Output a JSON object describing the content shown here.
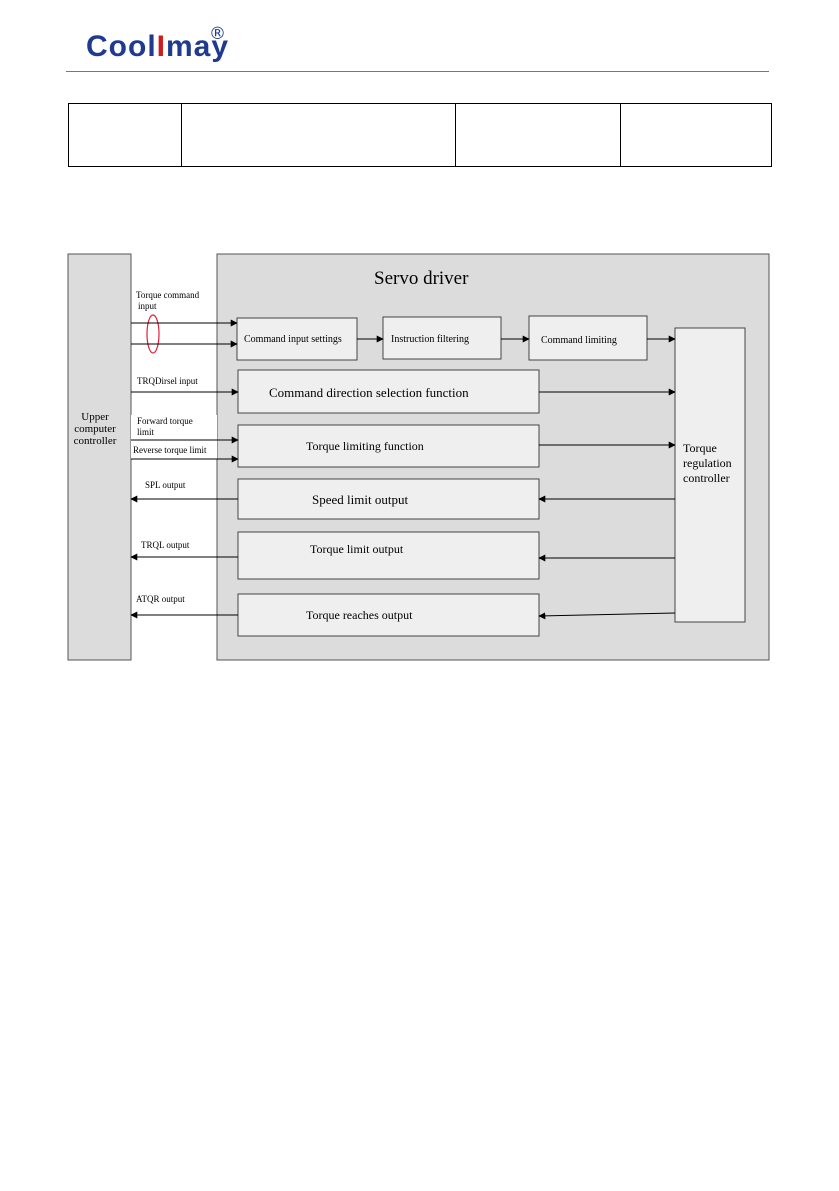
{
  "brand": {
    "logo_before": "Cool",
    "logo_i": "I",
    "logo_after": "may",
    "registered": "®"
  },
  "top_table": {
    "cells": [
      "",
      "",
      "",
      ""
    ]
  },
  "diagram": {
    "servo_title": "Servo driver",
    "upper_controller": [
      "Upper",
      "computer",
      "controller"
    ],
    "torque_controller": [
      "Torque",
      "regulation",
      "controller"
    ],
    "blocks": {
      "command_input_settings": "Command input settings",
      "instruction_filtering": "Instruction filtering",
      "command_limiting": "Command limiting",
      "command_direction": "Command direction selection function",
      "torque_limiting": "Torque limiting function",
      "speed_limit_output": "Speed limit output",
      "torque_limit_output": "Torque limit output",
      "torque_reaches_output": "Torque reaches output"
    },
    "signals": {
      "torque_command_line1": "Torque command",
      "torque_command_line2": "input",
      "trqdirsel": "TRQDirsel input",
      "forward_line1": "Forward    torque",
      "forward_line2": "limit",
      "reverse": "Reverse torque limit",
      "spl": "SPL output",
      "trql": "TRQL output",
      "atqr": "ATQR  output"
    },
    "colors": {
      "panel": "#dcdcdc",
      "block": "#efefef",
      "marker": "#e0203a"
    }
  }
}
